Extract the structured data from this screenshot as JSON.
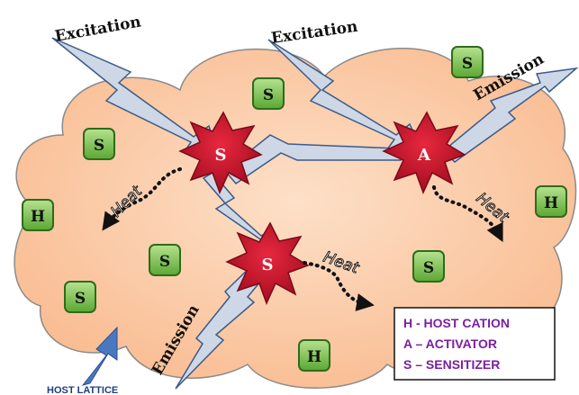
{
  "labels": {
    "excitation": "Excitation",
    "emission": "Emission",
    "heat": "Heat",
    "host_lattice": "HOST LATTICE"
  },
  "ions": {
    "sensitizer": "S",
    "activator": "A",
    "host": "H"
  },
  "legend": {
    "h": "H - HOST CATION",
    "a": "A – ACTIVATOR",
    "s": "S – SENSITIZER"
  },
  "colors": {
    "cloud_fill": "#fbc6a1",
    "cloud_stroke": "#8a8a8a",
    "bolt_fill": "#cdd7e6",
    "bolt_stroke": "#3c5a88",
    "star_fill": "#c8102e",
    "star_stroke": "#7a0b19",
    "box_fill": "#78c24f",
    "box_stroke": "#2f6b1a",
    "legend_text": "#7a1fa0",
    "arrow_blue": "#4a78bf"
  },
  "icons": {
    "excitation_bolt": "lightning-bolt-icon",
    "emission_bolt": "lightning-bolt-icon",
    "heat_arrow": "dotted-arrow-icon",
    "ion_burst": "starburst-icon",
    "host_arrow": "up-right-arrow-icon"
  }
}
